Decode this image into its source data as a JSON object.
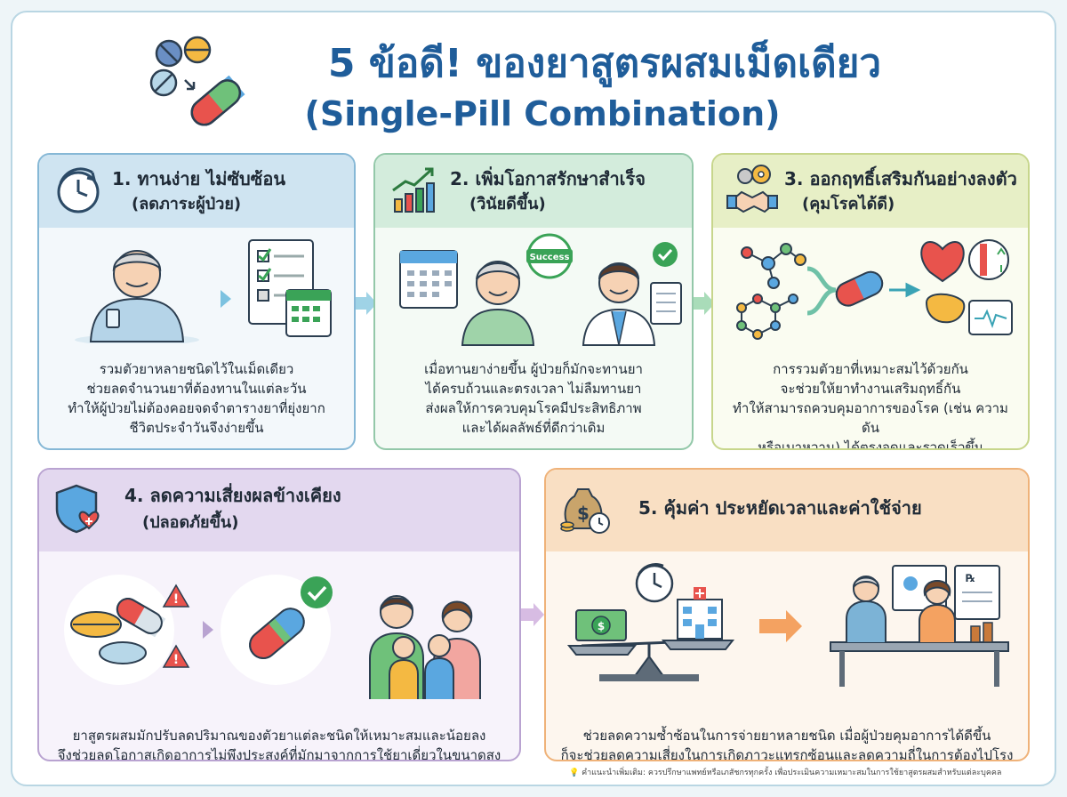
{
  "title": {
    "line1": "5 ข้อดี! ของยาสูตรผสมเม็ดเดียว",
    "line2": "(Single-Pill Combination)"
  },
  "cards": [
    {
      "number_title": "1. ทานง่าย ไม่ซับซ้อน",
      "subtitle": "(ลดภาระผู้ป่วย)",
      "desc": [
        "รวมตัวยาหลายชนิดไว้ในเม็ดเดียว",
        "ช่วยลดจำนวนยาที่ต้องทานในแต่ละวัน",
        "ทำให้ผู้ป่วยไม่ต้องคอยจดจำตารางยาที่ยุ่งยาก",
        "ชีวิตประจำวันจึงง่ายขึ้น"
      ],
      "icon": "clock-icon"
    },
    {
      "number_title": "2. เพิ่มโอกาสรักษาสำเร็จ",
      "subtitle": "(วินัยดีขึ้น)",
      "desc": [
        "เมื่อทานยาง่ายขึ้น ผู้ป่วยก็มักจะทานยา",
        "ได้ครบถ้วนและตรงเวลา ไม่ลืมทานยา",
        "ส่งผลให้การควบคุมโรคมีประสิทธิภาพ",
        "และได้ผลลัพธ์ที่ดีกว่าเดิม"
      ],
      "badge": "Success",
      "icon": "growth-chart-icon"
    },
    {
      "number_title": "3. ออกฤทธิ์เสริมกันอย่างลงตัว",
      "subtitle": "(คุมโรคได้ดี)",
      "desc": [
        "การรวมตัวยาที่เหมาะสมไว้ด้วยกัน",
        "จะช่วยให้ยาทำงานเสริมฤทธิ์กัน",
        "ทำให้สามารถควบคุมอาการของโรค (เช่น ความดัน",
        "หรือเบาหวาน) ได้ตรงจุดและรวดเร็วขึ้น"
      ],
      "icon": "handshake-gears-icon"
    },
    {
      "number_title": "4. ลดความเสี่ยงผลข้างเคียง",
      "subtitle": "(ปลอดภัยขึ้น)",
      "desc": [
        "ยาสูตรผสมมักปรับลดปริมาณของตัวยาแต่ละชนิดให้เหมาะสมและน้อยลง",
        "จึงช่วยลดโอกาสเกิดอาการไม่พึงประสงค์ที่มักมาจากการใช้ยาเดี่ยวในขนาดสูงได้"
      ],
      "icon": "shield-heart-icon"
    },
    {
      "number_title": "5. คุ้มค่า ประหยัดเวลาและค่าใช้จ่าย",
      "subtitle": "",
      "desc": [
        "ช่วยลดความซ้ำซ้อนในการจ่ายยาหลายชนิด เมื่อผู้ป่วยคุมอาการได้ดีขึ้น",
        "ก็จะช่วยลดความเสี่ยงในการเกิดภาวะแทรกซ้อนและลดความถี่ในการต้องไปโรงพยาบาล"
      ],
      "icon": "money-bag-clock-icon"
    }
  ],
  "footnote": "คำแนะนำเพิ่มเติม: ควรปรึกษาแพทย์หรือเภสัชกรทุกครั้ง เพื่อประเมินความเหมาะสมในการใช้ยาสูตรผสมสำหรับแต่ละบุคคล",
  "colors": {
    "title": "#1f5d9a",
    "card1": "#cfe4f1",
    "card2": "#d3ecdc",
    "card3": "#e7efc6",
    "card4": "#e3d8ef",
    "card5": "#f9dfc3"
  }
}
